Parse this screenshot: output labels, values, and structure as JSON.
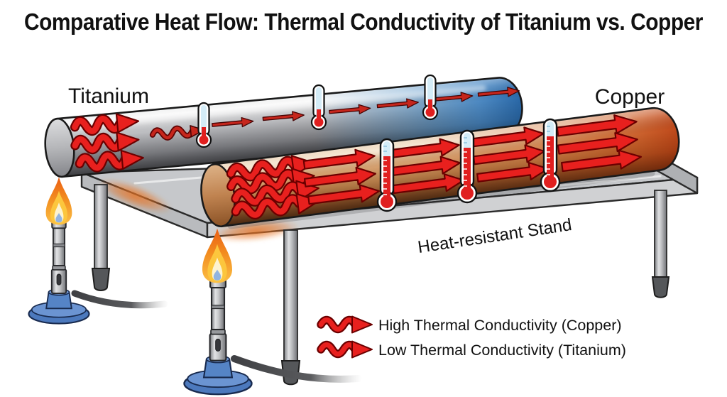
{
  "title": "Comparative Heat Flow: Thermal Conductivity of Titanium vs. Copper",
  "diagram": {
    "rod_labels": {
      "titanium": "Titanium",
      "copper": "Copper"
    },
    "stand_label": "Heat-resistant Stand",
    "legend": [
      {
        "icon": "wavy-arrow-icon",
        "label": "High Thermal Conductivity (Copper)"
      },
      {
        "icon": "wavy-arrow-icon",
        "label": "Low Thermal Conductivity (Titanium)"
      }
    ],
    "colors": {
      "background": "#ffffff",
      "arrow_red": "#e8201e",
      "arrow_outline": "#6b0000",
      "thin_arrow_red": "#c6261c",
      "titanium_gray": "#aaacb0",
      "titanium_cold_end_blue": "#2e6fb0",
      "copper_body": "#c08350",
      "copper_hot_end": "#c44a16",
      "table_gray": "#c6c8cb",
      "leg_gray": "#9a9c9f",
      "burner_base_blue": "#5584c6",
      "burner_barrel_gray": "#c6c7c9",
      "flame_orange": "#f28c1f",
      "flame_yellow": "#fcc63d",
      "flame_core": "#fdf3d0",
      "thermometer_red": "#e01f1f",
      "thermometer_tube_blue": "#d4ecf7"
    }
  }
}
